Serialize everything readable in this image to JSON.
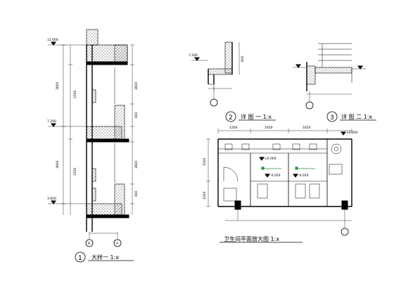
{
  "details": {
    "d1": {
      "number": "1",
      "caption": "大样一 1:x"
    },
    "d2": {
      "number": "2",
      "caption": "详 图 一 1:x"
    },
    "d3": {
      "number": "3",
      "caption": "详 图 二 1:x"
    },
    "plan": {
      "caption": "卫生间平面放大图 1:x"
    }
  },
  "elevations": {
    "e1": "12.000",
    "e2": "7.200",
    "e3": "3.600",
    "plan_a": "±0.000",
    "plan_b": "-0.020",
    "plan_c": "-0.020",
    "plan_d": "±0.000"
  },
  "dimensions": {
    "h1": "3600",
    "h2": "3600",
    "h3": "2550",
    "h4": "2550",
    "h5": "600",
    "h6": "900",
    "plan_top_1": "1200",
    "plan_top_2": "1650",
    "plan_top_3": "1650",
    "plan_side_1": "1500",
    "plan_side_2": "1000"
  },
  "axis_labels": {
    "a": "A",
    "b": "B"
  }
}
